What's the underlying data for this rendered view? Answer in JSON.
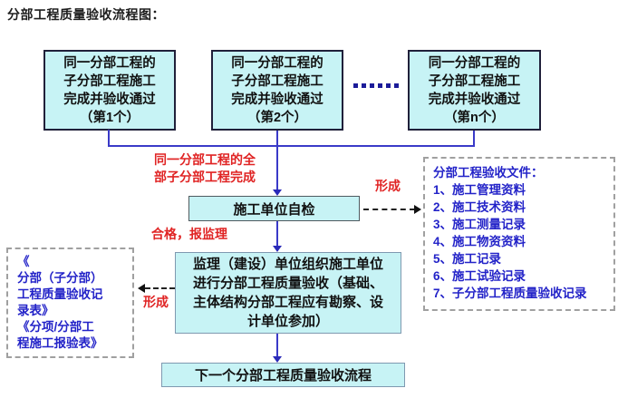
{
  "title": "分部工程质量验收流程图：",
  "colors": {
    "box_fill": "#c7f3f5",
    "connector_blue": "#3a3ac8",
    "annotation_red": "#e02424",
    "doc_text_blue": "#2323c8",
    "background": "#ffffff"
  },
  "top_boxes": [
    {
      "lines": [
        "同一分部工程的",
        "子分部工程施工",
        "完成并验收通过",
        "（第1个）"
      ]
    },
    {
      "lines": [
        "同一分部工程的",
        "子分部工程施工",
        "完成并验收通过",
        "（第2个）"
      ]
    },
    {
      "lines": [
        "同一分部工程的",
        "子分部工程施工",
        "完成并验收通过",
        "（第n个）"
      ]
    }
  ],
  "labels": {
    "all_complete_line1": "同一分部工程的全",
    "all_complete_line2": "部子分部工程完成",
    "qualified": "合格，报监理",
    "form": "形成"
  },
  "self_check_box": {
    "label": "施工单位自检"
  },
  "monitor_box": {
    "lines": [
      "监理（建设）单位组织施工单位",
      "进行分部工程质量验收（基础、",
      "主体结构分部工程应有勘察、设",
      "计单位参加）"
    ]
  },
  "next_box": {
    "label": "下一个分部工程质量验收流程"
  },
  "right_doc_box": {
    "title": "分部工程验收文件：",
    "items": [
      "1、施工管理资料",
      "2、施工技术资料",
      "3、施工测量记录",
      "4、施工物资资料",
      "5、施工记录",
      "6、施工试验记录",
      "7、子分部工程质量验收记录"
    ]
  },
  "left_doc_box": {
    "lines": [
      "《",
      "分部（子分部）",
      "工程质量验收记",
      "录表》",
      "《分项/分部工",
      "程施工报验表》"
    ]
  }
}
